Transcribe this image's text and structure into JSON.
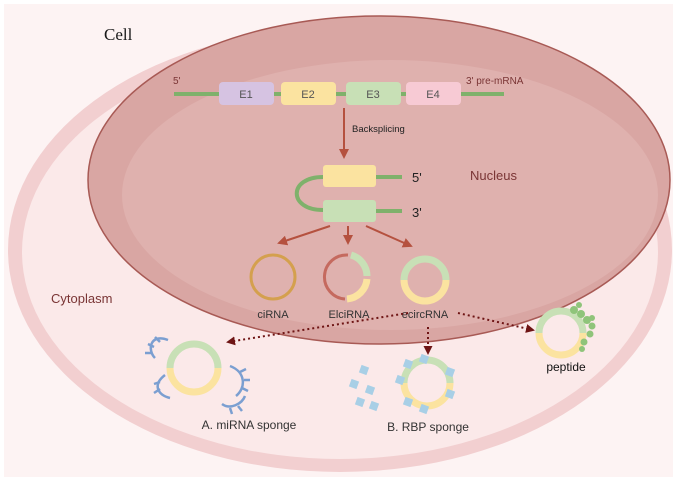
{
  "labels": {
    "cell": "Cell",
    "cytoplasm": "Cytoplasm",
    "nucleus": "Nucleus",
    "five_prime_left": "5'",
    "pre_mrna": "3' pre-mRNA",
    "backsplicing": "Backsplicing",
    "five_prime_right": "5'",
    "three_prime_right": "3'",
    "cirna": "ciRNA",
    "elcirna": "ElciRNA",
    "ecircrna": "ecircRNA",
    "mirna_sponge": "A. miRNA sponge",
    "rbp_sponge": "B. RBP sponge",
    "peptide": "peptide"
  },
  "exons": [
    {
      "label": "E1",
      "color": "#d6c3e2"
    },
    {
      "label": "E2",
      "color": "#fbe3a0"
    },
    {
      "label": "E3",
      "color": "#c8e0b6"
    },
    {
      "label": "E4",
      "color": "#f7cad4"
    }
  ],
  "colors": {
    "cell_outer": "#f2cfd0",
    "cell_inner": "#fbe9e9",
    "nucleus_fill": "#d9a6a3",
    "nucleus_edge": "#a85a55",
    "strand": "#7fb16b",
    "arrow": "#b5513f",
    "dotted_arrow": "#6e1414",
    "mirna": "#7b9fd1",
    "rbp": "#a8cfe6",
    "text": "#7a3535"
  }
}
